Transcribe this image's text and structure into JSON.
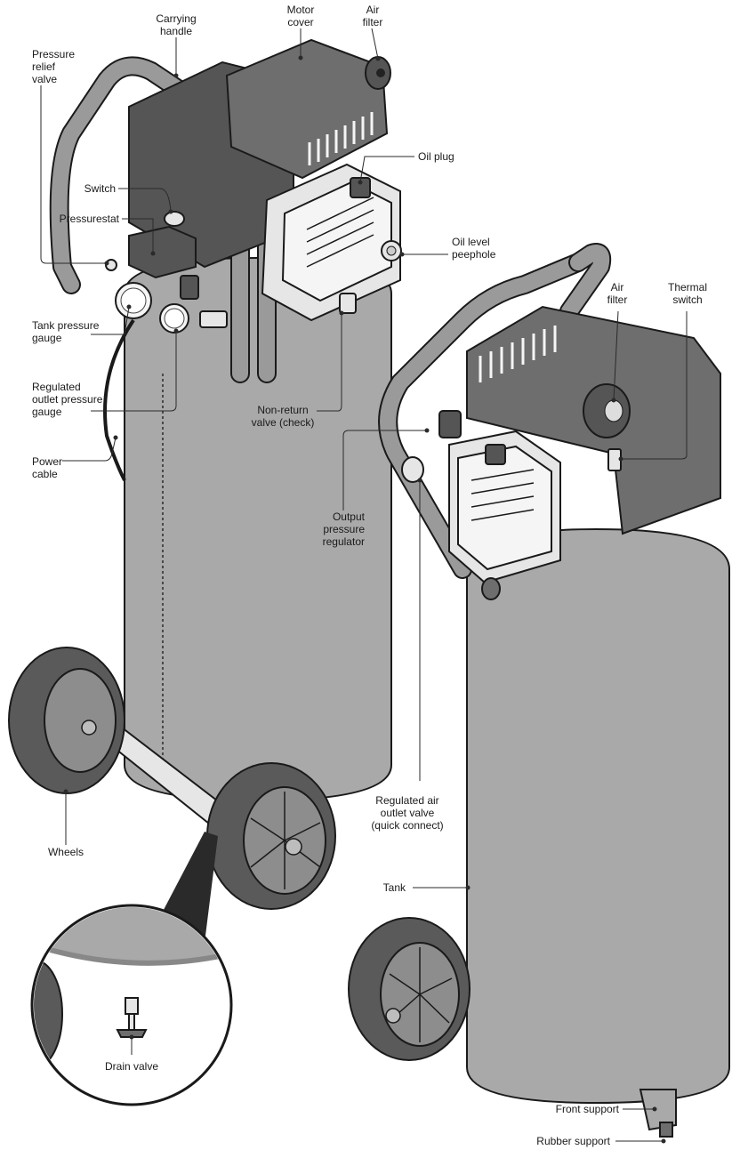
{
  "labels": {
    "carrying_handle": "Carrying\nhandle",
    "motor_cover": "Motor\ncover",
    "air_filter_top": "Air\nfilter",
    "pressure_relief_valve": "Pressure\nrelief\nvalve",
    "oil_plug": "Oil plug",
    "switch": "Switch",
    "pressurestat": "Pressurestat",
    "oil_level_peephole": "Oil level\npeephole",
    "air_filter_right": "Air\nfilter",
    "thermal_switch": "Thermal\nswitch",
    "tank_pressure_gauge": "Tank pressure\ngauge",
    "regulated_outlet_pressure_gauge": "Regulated\noutlet pressure\ngauge",
    "non_return_valve": "Non-return\nvalve (check)",
    "power_cable": "Power\ncable",
    "output_pressure_regulator": "Output pressure\nregulator",
    "regulated_air_outlet_valve": "Regulated air\noutlet valve\n(quick connect)",
    "wheels": "Wheels",
    "tank": "Tank",
    "drain_valve": "Drain valve",
    "front_support": "Front support",
    "rubber_support": "Rubber support"
  }
}
